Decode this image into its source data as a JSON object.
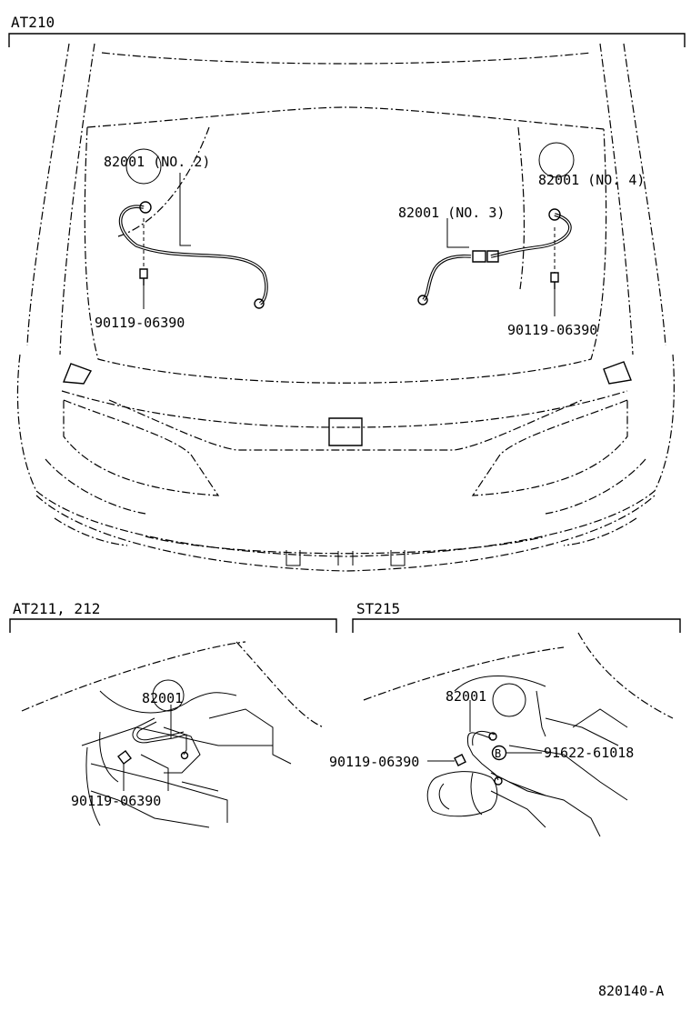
{
  "sections": {
    "main": {
      "title": "AT210"
    },
    "left": {
      "title": "AT211, 212"
    },
    "right": {
      "title": "ST215"
    }
  },
  "labels": {
    "main_no2": "82001 (NO. 2)",
    "main_no4": "82001 (NO. 4)",
    "main_no3": "82001 (NO. 3)",
    "main_bolt_left": "90119-06390",
    "main_bolt_right": "90119-06390",
    "left_wire": "82001",
    "left_bolt": "90119-06390",
    "right_wire": "82001",
    "right_bolt": "90119-06390",
    "right_clip": "91622-61018",
    "right_clip_marker": "B"
  },
  "footer": {
    "code": "820140-A"
  }
}
